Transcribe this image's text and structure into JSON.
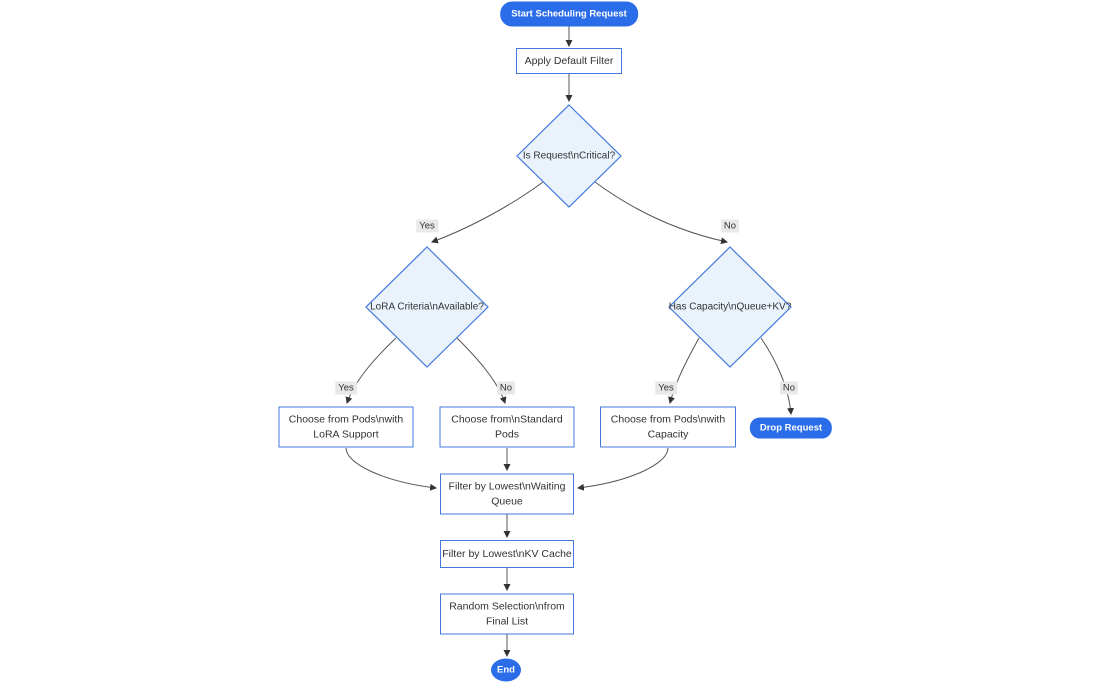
{
  "diagram": {
    "type": "flowchart",
    "direction": "top-down",
    "nodes": {
      "start": {
        "shape": "pill",
        "lines": [
          "Start Scheduling Request"
        ]
      },
      "apply_filter": {
        "shape": "rect",
        "lines": [
          "Apply Default Filter"
        ]
      },
      "is_critical": {
        "shape": "diamond",
        "lines": [
          "Is Request\\nCritical?"
        ]
      },
      "lora_criteria": {
        "shape": "diamond",
        "lines": [
          "LoRA Criteria\\nAvailable?"
        ]
      },
      "has_capacity": {
        "shape": "diamond",
        "lines": [
          "Has Capacity\\nQueue+KV?"
        ]
      },
      "lora_pods": {
        "shape": "rect",
        "lines": [
          "Choose from Pods\\nwith",
          "LoRA Support"
        ]
      },
      "standard_pods": {
        "shape": "rect",
        "lines": [
          "Choose from\\nStandard",
          "Pods"
        ]
      },
      "capacity_pods": {
        "shape": "rect",
        "lines": [
          "Choose from Pods\\nwith",
          "Capacity"
        ]
      },
      "drop_request": {
        "shape": "pill",
        "lines": [
          "Drop Request"
        ]
      },
      "filter_waiting": {
        "shape": "rect",
        "lines": [
          "Filter by Lowest\\nWaiting",
          "Queue"
        ]
      },
      "filter_kv": {
        "shape": "rect",
        "lines": [
          "Filter by Lowest\\nKV Cache"
        ]
      },
      "random_selection": {
        "shape": "rect",
        "lines": [
          "Random Selection\\nfrom",
          "Final List"
        ]
      },
      "end": {
        "shape": "ellipse",
        "lines": [
          "End"
        ]
      }
    },
    "edges": [
      {
        "from": "start",
        "to": "apply_filter",
        "label": ""
      },
      {
        "from": "apply_filter",
        "to": "is_critical",
        "label": ""
      },
      {
        "from": "is_critical",
        "to": "lora_criteria",
        "label": "Yes"
      },
      {
        "from": "is_critical",
        "to": "has_capacity",
        "label": "No"
      },
      {
        "from": "lora_criteria",
        "to": "lora_pods",
        "label": "Yes"
      },
      {
        "from": "lora_criteria",
        "to": "standard_pods",
        "label": "No"
      },
      {
        "from": "has_capacity",
        "to": "capacity_pods",
        "label": "Yes"
      },
      {
        "from": "has_capacity",
        "to": "drop_request",
        "label": "No"
      },
      {
        "from": "lora_pods",
        "to": "filter_waiting",
        "label": ""
      },
      {
        "from": "standard_pods",
        "to": "filter_waiting",
        "label": ""
      },
      {
        "from": "capacity_pods",
        "to": "filter_waiting",
        "label": ""
      },
      {
        "from": "filter_waiting",
        "to": "filter_kv",
        "label": ""
      },
      {
        "from": "filter_kv",
        "to": "random_selection",
        "label": ""
      },
      {
        "from": "random_selection",
        "to": "end",
        "label": ""
      }
    ]
  },
  "colors": {
    "accent-blue": "#2b6de9",
    "node-border": "#4379dd",
    "diamond-fill": "#eaf2fc",
    "node-fill": "#ffffff",
    "edge-color": "#555555",
    "edge-label-bg": "#e8e8e8",
    "text-color": "#333333",
    "pill-text": "#ffffff"
  }
}
